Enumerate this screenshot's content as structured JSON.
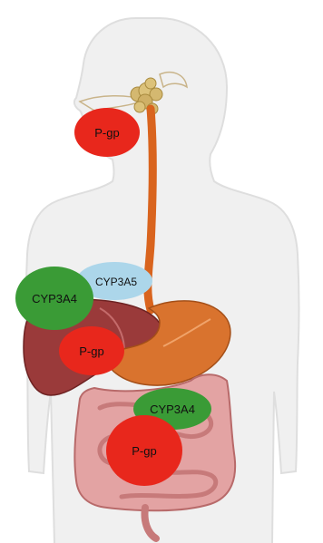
{
  "colors": {
    "pgp": "#e8271c",
    "cyp3a4": "#3a9b36",
    "cyp3a5": "#acd6ea",
    "body_fill": "#f0f0f0",
    "body_stroke": "#dedede",
    "esophagus": "#d9641e",
    "stomach": "#d9732e",
    "liver": "#9a3a3a",
    "intestine": "#d98c8c",
    "salivary": "#d4b870"
  },
  "icons": [
    "human-body-silhouette",
    "digestive-organs"
  ],
  "labels": {
    "pgp_head": "P-gp",
    "cyp3a5": "CYP3A5",
    "cyp3a4_liver": "CYP3A4",
    "pgp_liver": "P-gp",
    "cyp3a4_intestine": "CYP3A4",
    "pgp_intestine": "P-gp"
  }
}
